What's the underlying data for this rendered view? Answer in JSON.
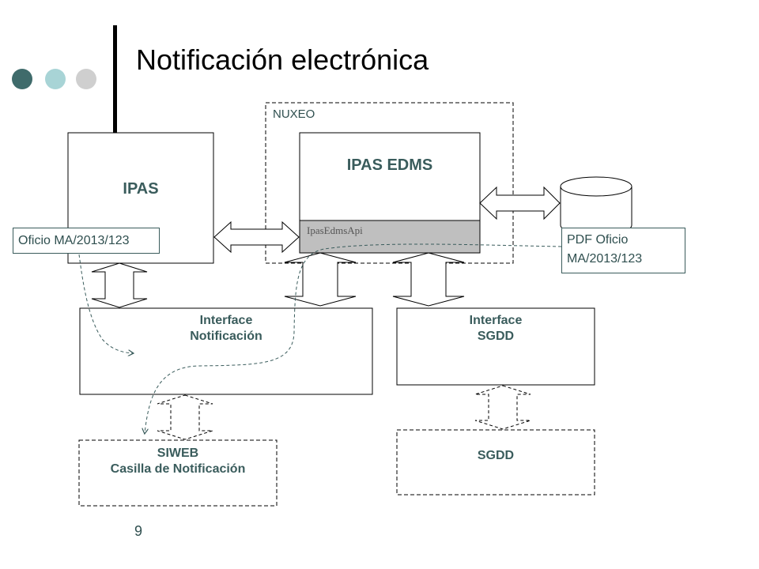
{
  "slide": {
    "title": "Notificación electrónica",
    "page_number": "9"
  },
  "nuxeo": {
    "label": "NUXEO"
  },
  "ipas": {
    "label": "IPAS"
  },
  "ipas_edms": {
    "label": "IPAS EDMS",
    "api_label": "IpasEdmsApi"
  },
  "interface_notificacion": {
    "line1": "Interface",
    "line2": "Notificación"
  },
  "interface_sgdd": {
    "line1": "Interface",
    "line2": "SGDD"
  },
  "siweb": {
    "line1": "SIWEB",
    "line2": "Casilla de Notificación"
  },
  "sgdd": {
    "label": "SGDD"
  },
  "callouts": {
    "oficio": "Oficio MA/2013/123",
    "pdf_line1": "PDF Oficio",
    "pdf_line2": "MA/2013/123"
  },
  "colors": {
    "accent_dark": "#3f6b6b",
    "accent_light": "#a8d4d6",
    "accent_gray": "#cfcfcf",
    "api_bar": "#bfbfbf",
    "text": "#3a5c5c"
  }
}
